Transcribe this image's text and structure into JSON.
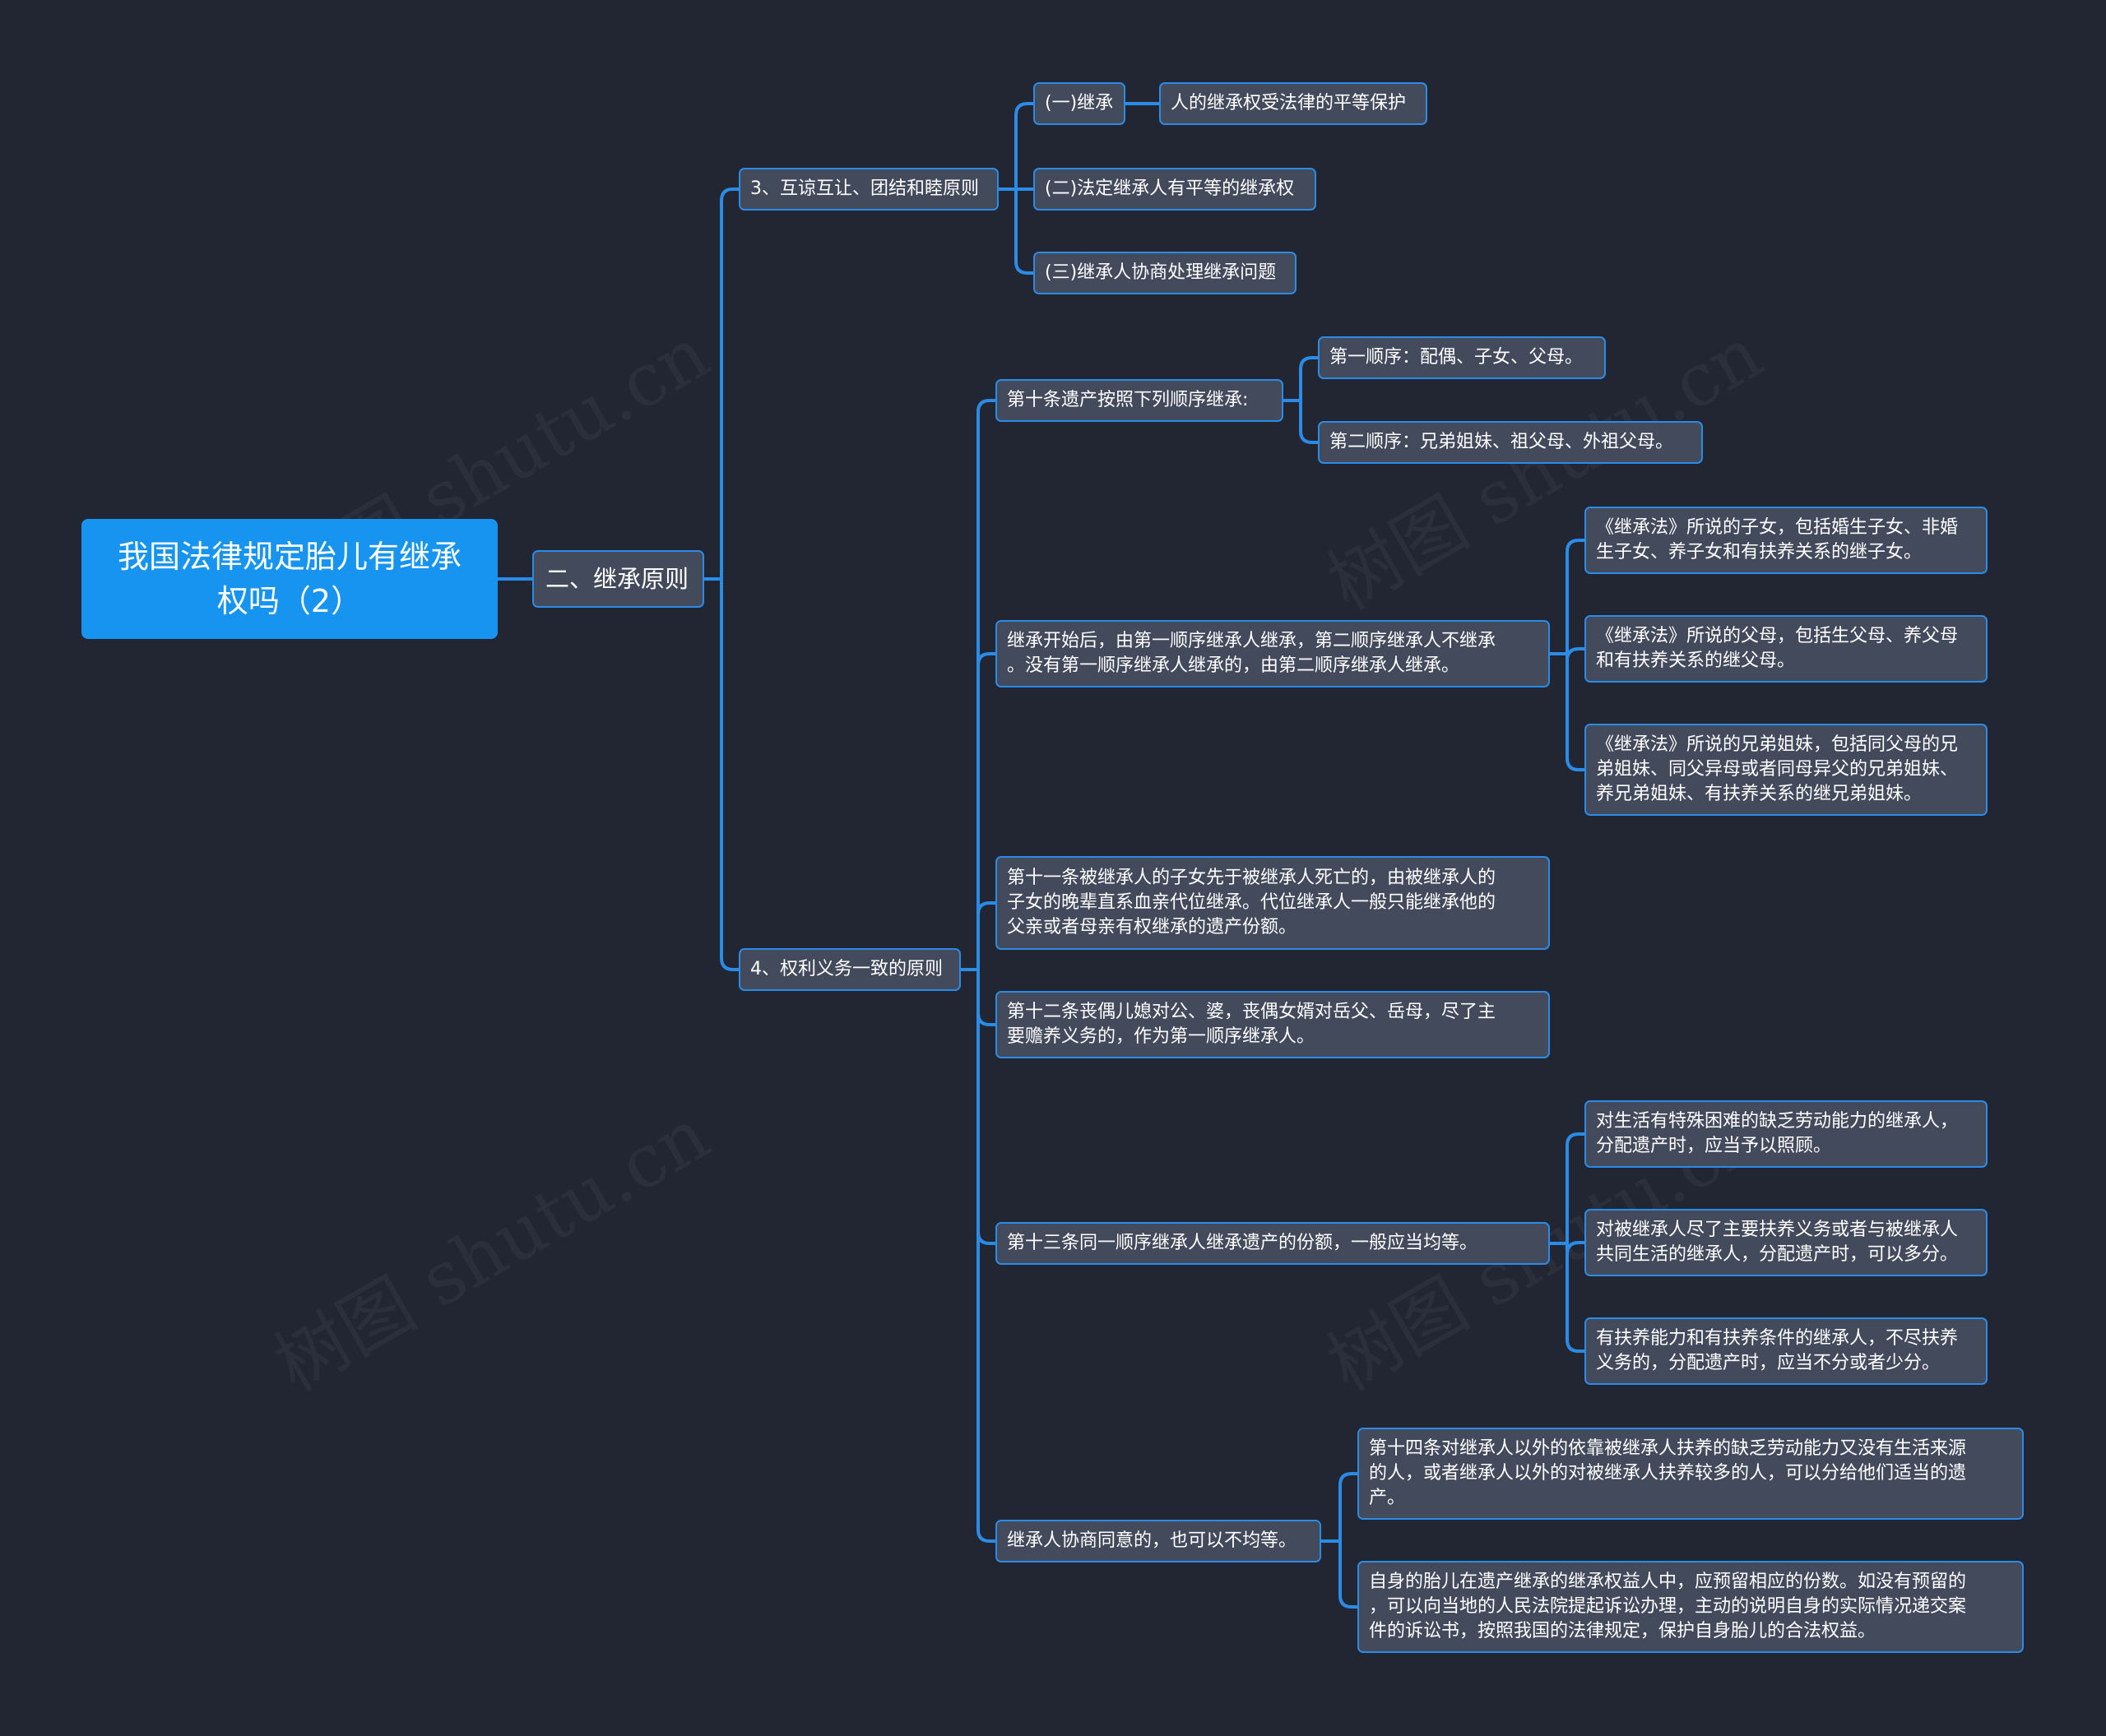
{
  "colors": {
    "background": "#222633",
    "root_fill": "#1793f0",
    "node_fill": "#434a5c",
    "connector": "#2a8ce6",
    "text": "#ffffff"
  },
  "watermark": "树图 shutu.cn",
  "root": {
    "label": "我国法律规定胎儿有继承\n权吗（2）"
  },
  "level1": {
    "label": "二、继承原则"
  },
  "branch3": {
    "label": "3、互谅互让、团结和睦原则",
    "items": [
      {
        "label": "(一)继承",
        "child": "人的继承权受法律的平等保护"
      },
      {
        "label": "(二)法定继承人有平等的继承权"
      },
      {
        "label": "(三)继承人协商处理继承问题"
      }
    ]
  },
  "branch4": {
    "label": "4、权利义务一致的原则",
    "art10": {
      "label": "第十条遗产按照下列顺序继承:",
      "children": [
        "第一顺序：配偶、子女、父母。",
        "第二顺序：兄弟姐妹、祖父母、外祖父母。"
      ]
    },
    "order": {
      "label": "继承开始后，由第一顺序继承人继承，第二顺序继承人不继承\n。没有第一顺序继承人继承的，由第二顺序继承人继承。",
      "children": [
        "《继承法》所说的子女，包括婚生子女、非婚\n生子女、养子女和有扶养关系的继子女。",
        "《继承法》所说的父母，包括生父母、养父母\n和有扶养关系的继父母。",
        "《继承法》所说的兄弟姐妹，包括同父母的兄\n弟姐妹、同父异母或者同母异父的兄弟姐妹、\n养兄弟姐妹、有扶养关系的继兄弟姐妹。"
      ]
    },
    "art11": {
      "label": "第十一条被继承人的子女先于被继承人死亡的，由被继承人的\n子女的晚辈直系血亲代位继承。代位继承人一般只能继承他的\n父亲或者母亲有权继承的遗产份额。"
    },
    "art12": {
      "label": "第十二条丧偶儿媳对公、婆，丧偶女婿对岳父、岳母，尽了主\n要赡养义务的，作为第一顺序继承人。"
    },
    "art13": {
      "label": "第十三条同一顺序继承人继承遗产的份额，一般应当均等。",
      "children": [
        "对生活有特殊困难的缺乏劳动能力的继承人，\n分配遗产时，应当予以照顾。",
        "对被继承人尽了主要扶养义务或者与被继承人\n共同生活的继承人，分配遗产时，可以多分。",
        "有扶养能力和有扶养条件的继承人，不尽扶养\n义务的，分配遗产时，应当不分或者少分。"
      ]
    },
    "agree": {
      "label": "继承人协商同意的，也可以不均等。",
      "children": [
        "第十四条对继承人以外的依靠被继承人扶养的缺乏劳动能力又没有生活来源\n的人，或者继承人以外的对被继承人扶养较多的人，可以分给他们适当的遗\n产。",
        "自身的胎儿在遗产继承的继承权益人中，应预留相应的份数。如没有预留的\n，可以向当地的人民法院提起诉讼办理，主动的说明自身的实际情况递交案\n件的诉讼书，按照我国的法律规定，保护自身胎儿的合法权益。"
      ]
    }
  }
}
